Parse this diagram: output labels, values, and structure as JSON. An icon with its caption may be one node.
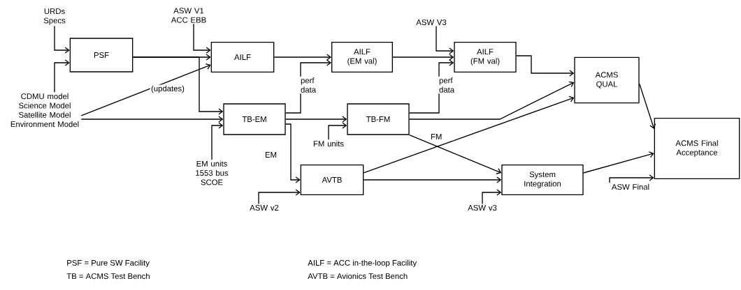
{
  "diagram": {
    "nodes": [
      {
        "text": [
          "PSF"
        ]
      },
      {
        "text": [
          "AILF"
        ]
      },
      {
        "text": [
          "AILF (EM val)"
        ]
      },
      {
        "text": [
          "AILF (FM val)"
        ]
      },
      {
        "text": [
          "ACMS QUAL"
        ]
      },
      {
        "text": [
          "TB-EM"
        ]
      },
      {
        "text": [
          "TB-FM"
        ]
      },
      {
        "text": [
          "AVTB"
        ]
      },
      {
        "text": [
          "System Integration"
        ]
      },
      {
        "text": [
          "ACMS Final Acceptance"
        ]
      },
      {
        "text": [
          "URDs Specs"
        ]
      },
      {
        "text": [
          "CDMU model Science Model Satellite Model Environment Model"
        ]
      },
      {
        "text": [
          "ASW V1 ACC EBB"
        ]
      },
      {
        "text": [
          "EM units 1553 bus SCOE"
        ]
      },
      {
        "text": [
          "FM units"
        ]
      },
      {
        "text": [
          "ASW V3"
        ]
      },
      {
        "text": [
          "ASW v2"
        ]
      },
      {
        "text": [
          "ASW v3"
        ]
      },
      {
        "text": [
          "ASW Final"
        ]
      }
    ],
    "edges": [
      {
        "from": 10,
        "to": 0,
        "arrow": "to"
      },
      {
        "from": 11,
        "to": 0,
        "arrow": "to"
      },
      {
        "from": 0,
        "to": 1,
        "arrow": "to"
      },
      {
        "from": 12,
        "to": 1,
        "arrow": "to"
      },
      {
        "from": 0,
        "to": 5,
        "arrow": "to"
      },
      {
        "from": 11,
        "to": 1,
        "arrow": "to",
        "label": "(updates)"
      },
      {
        "from": 11,
        "to": 5,
        "arrow": "to"
      },
      {
        "from": 13,
        "to": 5,
        "arrow": "to"
      },
      {
        "from": 1,
        "to": 2,
        "arrow": "to"
      },
      {
        "from": 5,
        "to": 2,
        "arrow": "to",
        "label": "perf data"
      },
      {
        "from": 2,
        "to": 3,
        "arrow": "to"
      },
      {
        "from": 6,
        "to": 3,
        "arrow": "to",
        "label": "perf data"
      },
      {
        "from": 15,
        "to": 3,
        "arrow": "to"
      },
      {
        "from": 3,
        "to": 4,
        "arrow": "to"
      },
      {
        "from": 5,
        "to": 6,
        "arrow": "to"
      },
      {
        "from": 14,
        "to": 6,
        "arrow": "to"
      },
      {
        "from": 6,
        "to": 4,
        "arrow": "to"
      },
      {
        "from": 7,
        "to": 4,
        "arrow": "to"
      },
      {
        "from": 5,
        "to": 7,
        "arrow": "to",
        "label": "EM"
      },
      {
        "from": 16,
        "to": 7,
        "arrow": "to"
      },
      {
        "from": 6,
        "to": 8,
        "arrow": "to",
        "label": "FM"
      },
      {
        "from": 7,
        "to": 8,
        "arrow": "to"
      },
      {
        "from": 17,
        "to": 8,
        "arrow": "to"
      },
      {
        "from": 4,
        "to": 9,
        "arrow": "to"
      },
      {
        "from": 8,
        "to": 9,
        "arrow": "to"
      },
      {
        "from": 18,
        "to": 9,
        "arrow": "to"
      }
    ],
    "labels": [
      "PSF = Pure SW Facility",
      "AILF = ACC in-the-loop Facility",
      "TB = ACMS Test Bench",
      "AVTB = Avionics Test Bench"
    ]
  }
}
